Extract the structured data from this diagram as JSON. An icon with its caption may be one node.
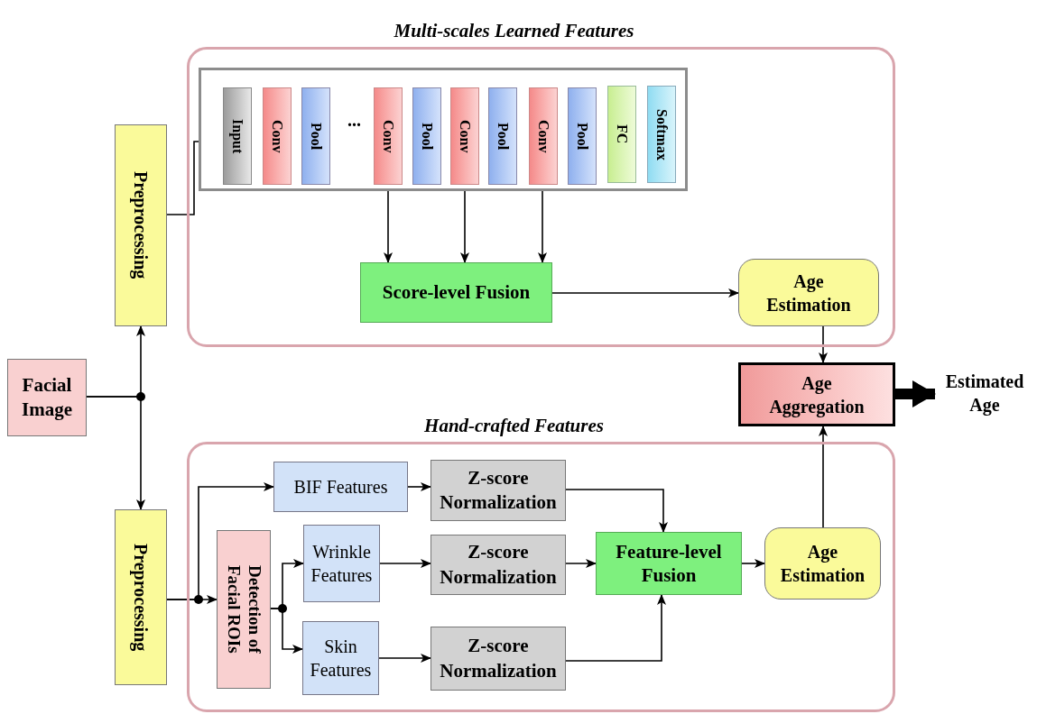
{
  "diagram": {
    "nodes": [
      {
        "text": [
          "Facial Image"
        ]
      },
      {
        "text": [
          "Preprocessing"
        ]
      },
      {
        "text": [
          "Preprocessing"
        ]
      },
      {
        "text": [
          "Multi-scales Learned Features"
        ]
      },
      {
        "text": [],
        "shape": "box",
        "in": 3
      },
      {
        "text": [
          "Input"
        ],
        "in": 4
      },
      {
        "text": [
          "Conv"
        ],
        "in": 4
      },
      {
        "text": [
          "Pool"
        ],
        "in": 4
      },
      {
        "text": [
          "Conv"
        ],
        "in": 4
      },
      {
        "text": [
          "Pool"
        ],
        "in": 4
      },
      {
        "text": [
          "Conv"
        ],
        "in": 4
      },
      {
        "text": [
          "Pool"
        ],
        "in": 4
      },
      {
        "text": [
          "Conv"
        ],
        "in": 4
      },
      {
        "text": [
          "Pool"
        ],
        "in": 4
      },
      {
        "text": [
          "FC"
        ],
        "in": 4
      },
      {
        "text": [
          "Softmax"
        ],
        "in": 4
      },
      {
        "text": [
          "Score-level Fusion"
        ],
        "in": 3
      },
      {
        "text": [
          "Age Estimation"
        ],
        "in": 3
      },
      {
        "text": [
          "Age Aggregation"
        ]
      },
      {
        "text": [
          "Estimated Age"
        ]
      },
      {
        "text": [
          "Hand-crafted Features"
        ]
      },
      {
        "text": [
          "Detection of Facial ROIs"
        ],
        "in": 20
      },
      {
        "text": [
          "BIF Features"
        ],
        "in": 20
      },
      {
        "text": [
          "Wrinkle Features"
        ],
        "in": 20
      },
      {
        "text": [
          "Skin Features"
        ],
        "in": 20
      },
      {
        "text": [
          "Z-score Normalization"
        ],
        "in": 20
      },
      {
        "text": [
          "Z-score Normalization"
        ],
        "in": 20
      },
      {
        "text": [
          "Z-score Normalization"
        ],
        "in": 20
      },
      {
        "text": [
          "Feature-level Fusion"
        ],
        "in": 20
      },
      {
        "text": [
          "Age Estimation"
        ],
        "in": 20
      }
    ],
    "edges": [
      {
        "from": 0,
        "to": 1,
        "arrow": "to"
      },
      {
        "from": 0,
        "to": 2,
        "arrow": "to"
      },
      {
        "from": 1,
        "to": 5,
        "arrow": "to"
      },
      {
        "from": 8,
        "to": 16,
        "arrow": "to"
      },
      {
        "from": 10,
        "to": 16,
        "arrow": "to"
      },
      {
        "from": 12,
        "to": 16,
        "arrow": "to"
      },
      {
        "from": 16,
        "to": 17,
        "arrow": "to"
      },
      {
        "from": 17,
        "to": 18,
        "arrow": "to"
      },
      {
        "from": 29,
        "to": 18,
        "arrow": "to"
      },
      {
        "from": 18,
        "to": 19,
        "arrow": "to",
        "style": "thick"
      },
      {
        "from": 2,
        "to": 22,
        "arrow": "to"
      },
      {
        "from": 2,
        "to": 21,
        "arrow": "to"
      },
      {
        "from": 21,
        "to": 23,
        "arrow": "to"
      },
      {
        "from": 21,
        "to": 24,
        "arrow": "to"
      },
      {
        "from": 22,
        "to": 25,
        "arrow": "to"
      },
      {
        "from": 23,
        "to": 26,
        "arrow": "to"
      },
      {
        "from": 24,
        "to": 27,
        "arrow": "to"
      },
      {
        "from": 25,
        "to": 28,
        "arrow": "to"
      },
      {
        "from": 26,
        "to": 28,
        "arrow": "to"
      },
      {
        "from": 27,
        "to": 28,
        "arrow": "to"
      },
      {
        "from": 28,
        "to": 29,
        "arrow": "to"
      }
    ],
    "labels": [
      "..."
    ]
  }
}
